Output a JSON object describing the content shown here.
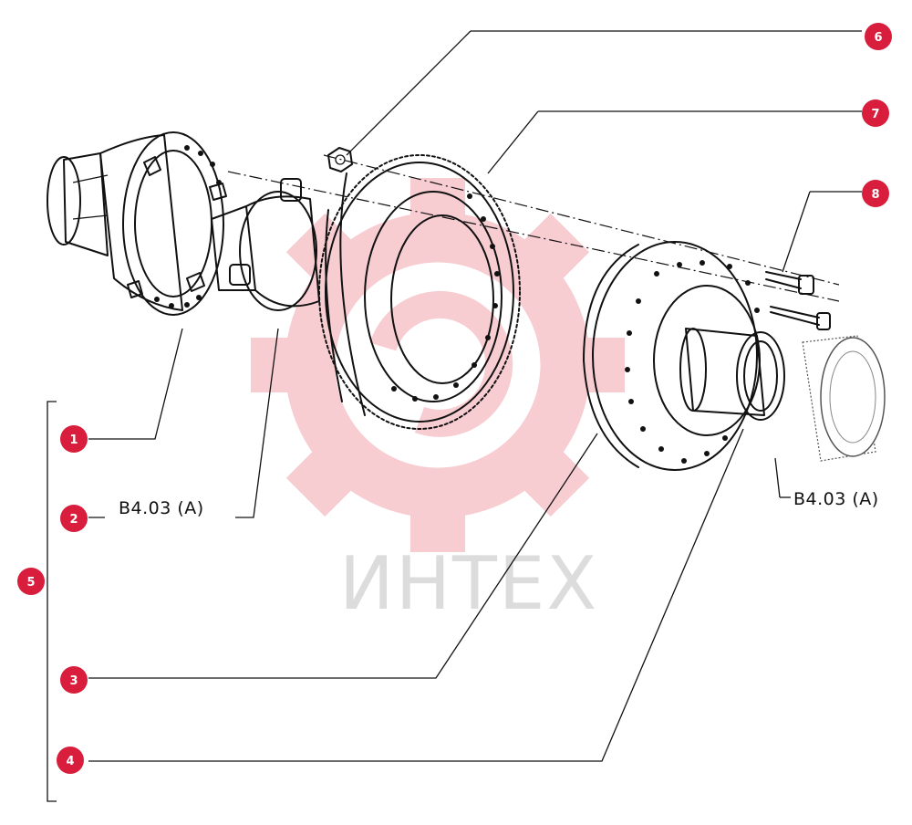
{
  "watermark": {
    "text": "ИНТЕХ",
    "color": "#f2b8bf"
  },
  "colors": {
    "callout": "#d81e3c",
    "ink": "#111111"
  },
  "callouts": [
    {
      "id": "1",
      "label": "1"
    },
    {
      "id": "2",
      "label": "2"
    },
    {
      "id": "3",
      "label": "3"
    },
    {
      "id": "4",
      "label": "4"
    },
    {
      "id": "5",
      "label": "5"
    },
    {
      "id": "6",
      "label": "6"
    },
    {
      "id": "7",
      "label": "7"
    },
    {
      "id": "8",
      "label": "8"
    }
  ],
  "references": {
    "left": "B4.03 (A)",
    "right": "B4.03 (A)"
  }
}
